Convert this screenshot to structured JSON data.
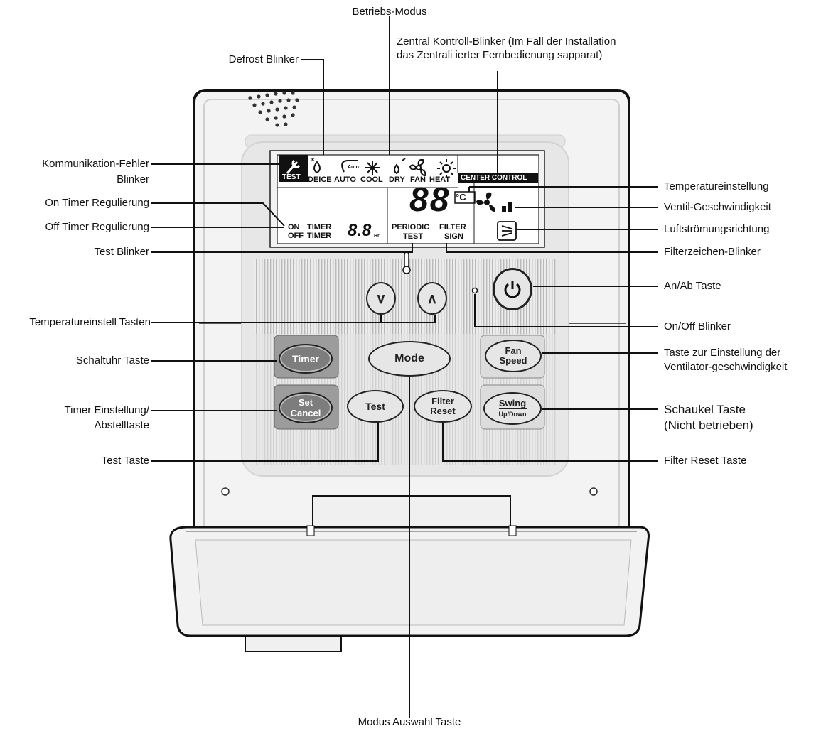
{
  "labels": {
    "betriebs_modus": "Betriebs-Modus",
    "zentral_kontroll": "Zentral Kontroll-Blinker (Im Fall der Installation",
    "zentral_kontroll_2": "das Zentrali ierter Fernbedienung sapparat)",
    "defrost_blinker": "Defrost Blinker",
    "kommunikation_fehler": "Kommunikation-Fehler",
    "kommunikation_fehler_2": "Blinker",
    "on_timer": "On Timer Regulierung",
    "off_timer": "Off Timer Regulierung",
    "test_blinker": "Test Blinker",
    "temp_tasten": "Temperatureinstell Tasten",
    "schaltuhr": "Schaltuhr Taste",
    "timer_einstellung": "Timer Einstellung/",
    "timer_einstellung_2": "Abstelltaste",
    "test_taste": "Test Taste",
    "modus_auswahl": "Modus Auswahl Taste",
    "temperatureinstellung": "Temperatureinstellung",
    "ventil": "Ventil-Geschwindigkeit",
    "luftstroemung": "Luftströmungsrichtung",
    "filterzeichen": "Filterzeichen-Blinker",
    "an_ab": "An/Ab Taste",
    "on_off_blinker": "On/Off Blinker",
    "fan_speed_taste": "Taste zur Einstellung der",
    "fan_speed_taste_2": "Ventilator-geschwindigkeit",
    "schaukel": "Schaukel Taste",
    "schaukel_2": "(Nicht betrieben)",
    "filter_reset_taste": "Filter Reset Taste"
  },
  "lcd": {
    "test": "TEST",
    "modes": [
      "DEICE",
      "AUTO",
      "COOL",
      "DRY",
      "FAN",
      "HEAT"
    ],
    "auto_small": "Auto",
    "center_control": "CENTER CONTROL",
    "temp": "88",
    "unit": "°C",
    "on": "ON",
    "off": "OFF",
    "timer": "TIMER",
    "timer_digits": "8.8",
    "hr": "Hr.",
    "periodic": "PERIODIC",
    "periodic_test": "TEST",
    "filter": "FILTER",
    "sign": "SIGN"
  },
  "buttons": {
    "timer": "Timer",
    "mode": "Mode",
    "fan": "Fan",
    "speed": "Speed",
    "set": "Set",
    "cancel": "Cancel",
    "test": "Test",
    "filter": "Filter",
    "reset": "Reset",
    "swing": "Swing",
    "updown": "Up/Down"
  }
}
